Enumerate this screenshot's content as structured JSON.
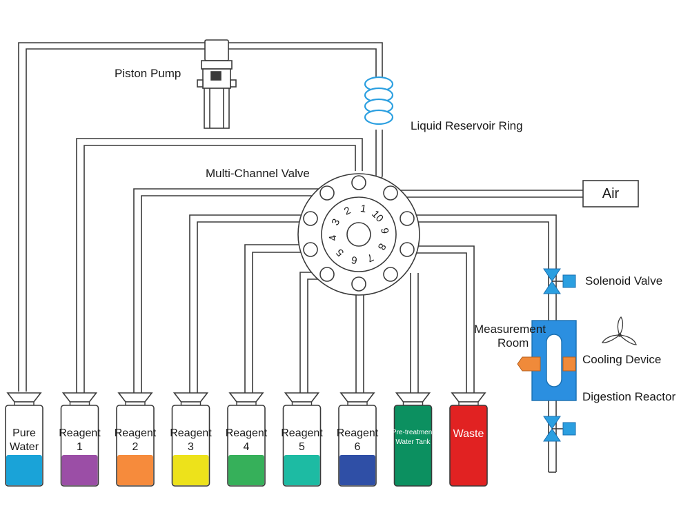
{
  "labels": {
    "piston_pump": "Piston Pump",
    "liquid_reservoir_ring": "Liquid Reservoir Ring",
    "multi_channel_valve": "Multi-Channel Valve",
    "air": "Air",
    "solenoid_valve": "Solenoid Valve",
    "measurement_room_line1": "Measurement",
    "measurement_room_line2": "Room",
    "cooling_device": "Cooling Device",
    "digestion_reactor": "Digestion Reactor"
  },
  "valve_ports": [
    "1",
    "10",
    "9",
    "8",
    "7",
    "6",
    "5",
    "4",
    "3",
    "2"
  ],
  "bottles": [
    {
      "line1": "Pure",
      "line2": "Water",
      "fill": "#1aa3d8",
      "body": "#ffffff",
      "text": "#1a1a1a"
    },
    {
      "line1": "Reagent",
      "line2": "1",
      "fill": "#9b4ea6",
      "body": "#ffffff",
      "text": "#1a1a1a"
    },
    {
      "line1": "Reagent",
      "line2": "2",
      "fill": "#f68b3c",
      "body": "#ffffff",
      "text": "#1a1a1a"
    },
    {
      "line1": "Reagent",
      "line2": "3",
      "fill": "#ede21b",
      "body": "#ffffff",
      "text": "#1a1a1a"
    },
    {
      "line1": "Reagent",
      "line2": "4",
      "fill": "#36b05a",
      "body": "#ffffff",
      "text": "#1a1a1a"
    },
    {
      "line1": "Reagent",
      "line2": "5",
      "fill": "#1dbba3",
      "body": "#ffffff",
      "text": "#1a1a1a"
    },
    {
      "line1": "Reagent",
      "line2": "6",
      "fill": "#2f4fa6",
      "body": "#ffffff",
      "text": "#1a1a1a"
    },
    {
      "line1": "Pre-treatment",
      "line2": "Water Tank",
      "fill": "#0c9060",
      "body": "#0c9060",
      "text": "#ffffff"
    },
    {
      "line1": "Waste",
      "line2": "",
      "fill": "#e12222",
      "body": "#e12222",
      "text": "#ffffff"
    }
  ],
  "colors": {
    "line": "#3a3a3a",
    "reservoir": "#2b9fe0",
    "reactor": "#2b8fe0",
    "heater": "#f08a3a"
  }
}
